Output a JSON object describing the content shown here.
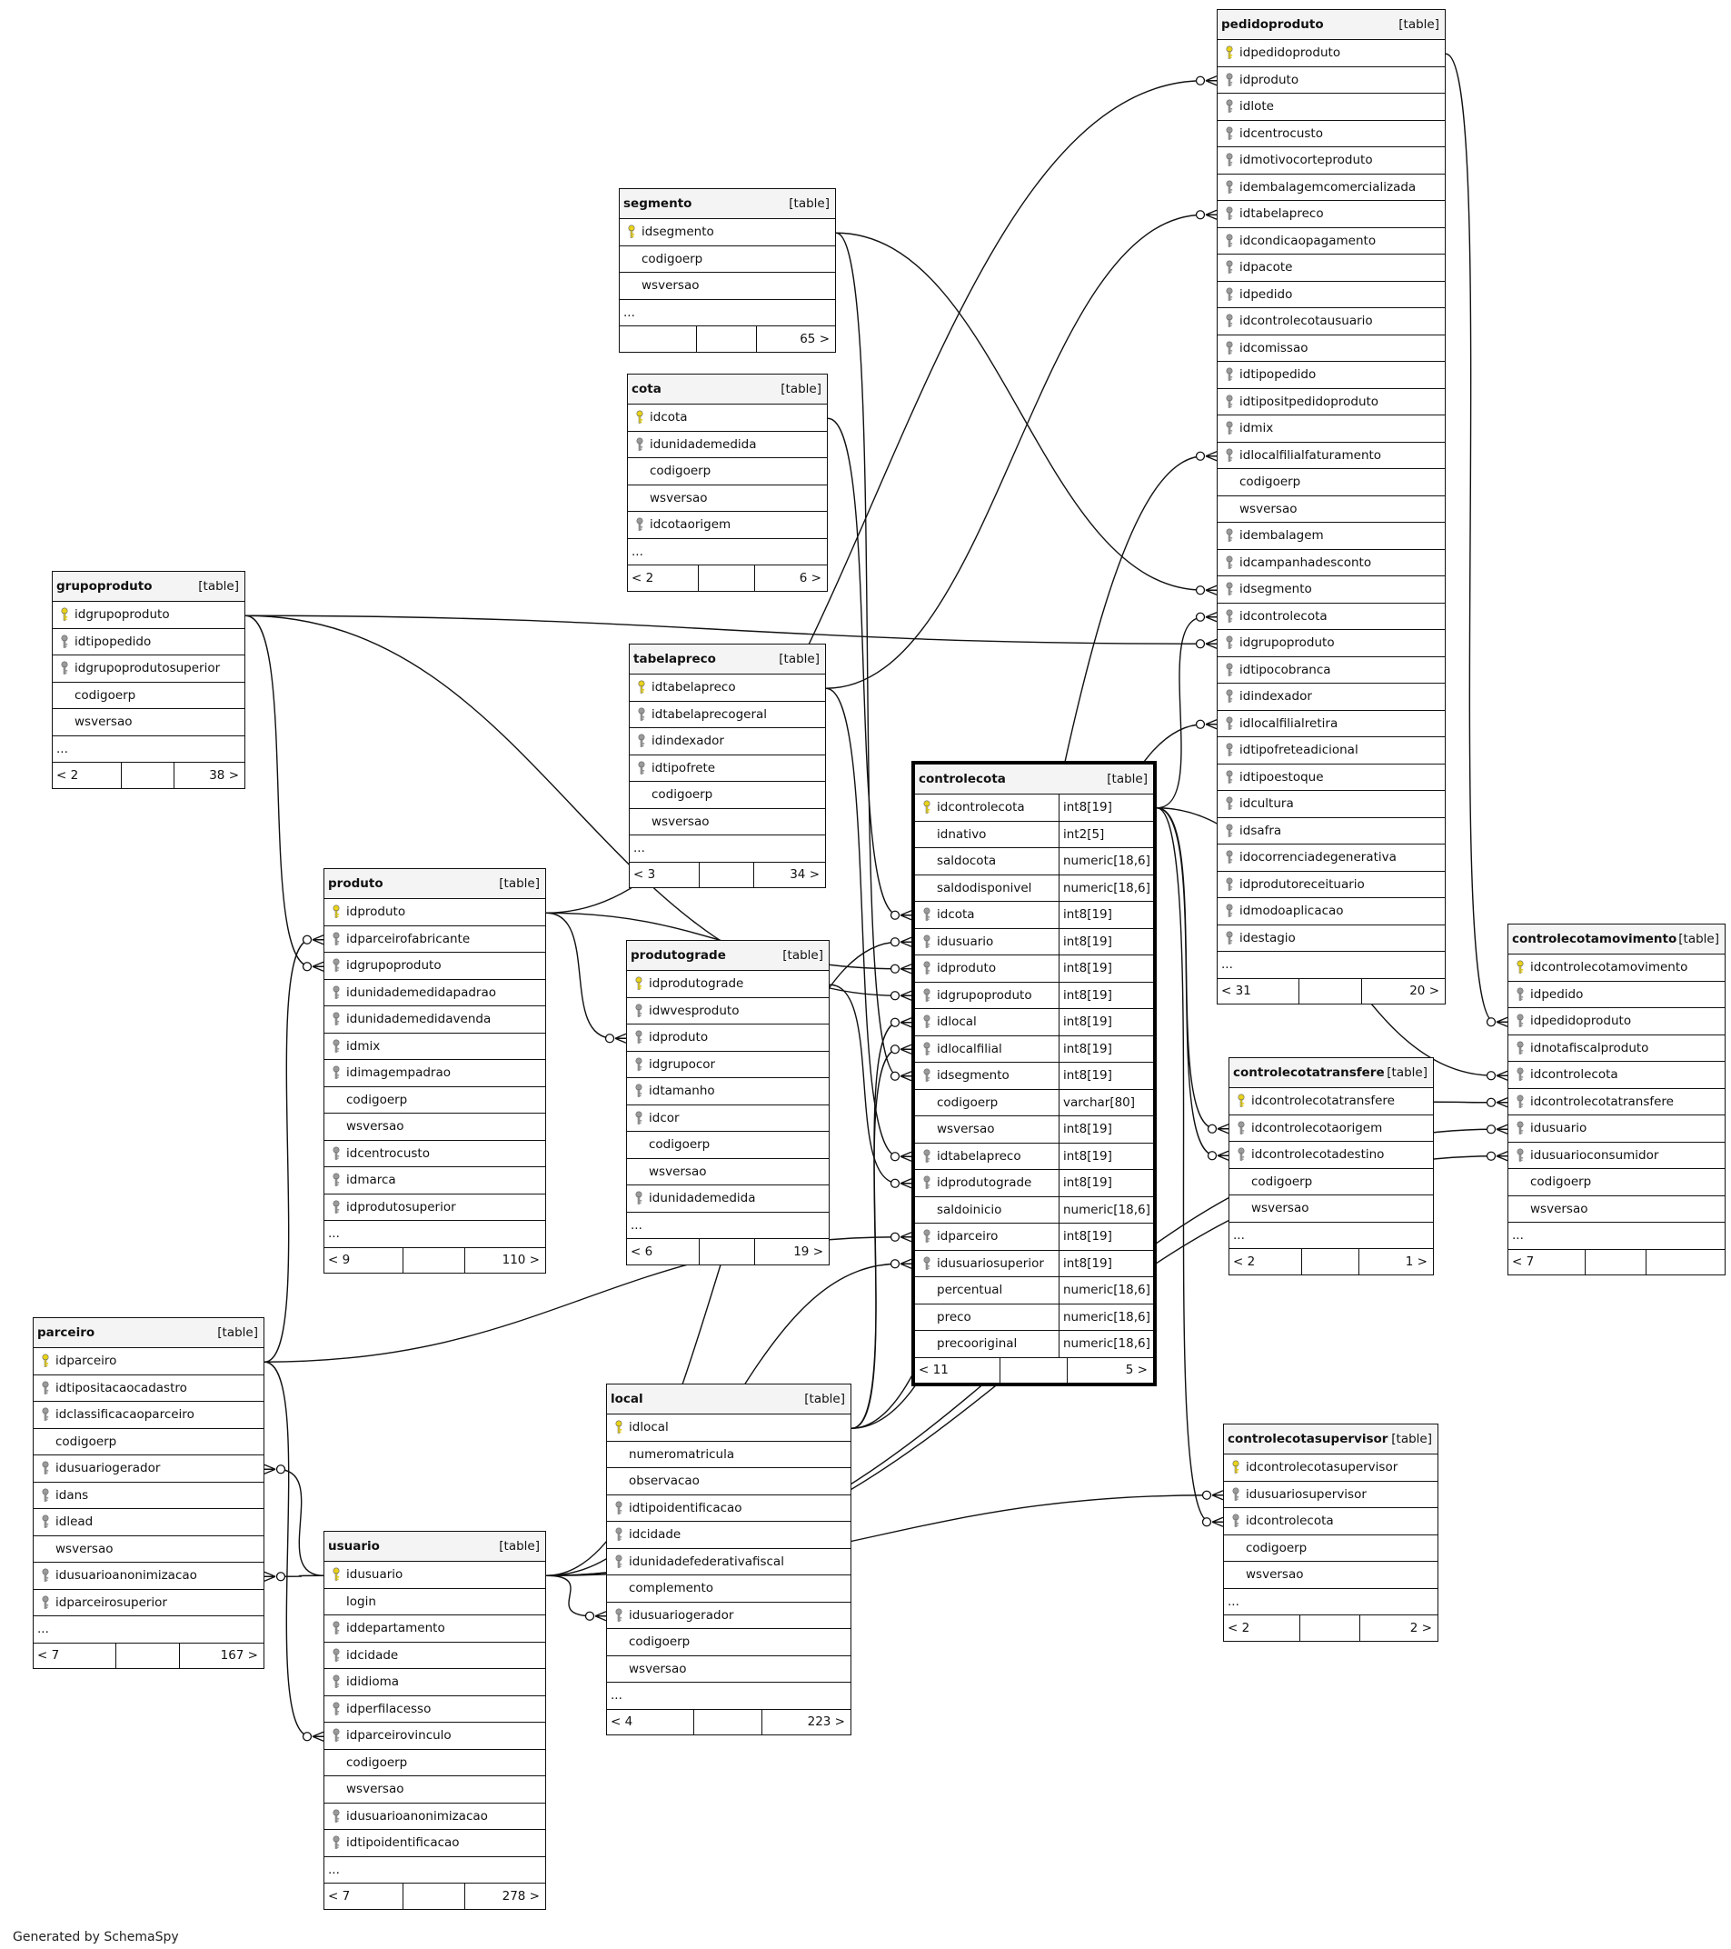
{
  "footer": "Generated by SchemaSpy",
  "colors": {
    "primary_key": "#e8d21a",
    "foreign_key": "#9a9a9a",
    "header_bg": "#f4f4f4",
    "line": "#111111"
  },
  "tables": [
    {
      "name": "pedidoproduto",
      "label": "[table]",
      "focus": false,
      "columns": [
        {
          "name": "idpedidoproduto",
          "key": "pk"
        },
        {
          "name": "idproduto",
          "key": "fk"
        },
        {
          "name": "idlote",
          "key": "fk"
        },
        {
          "name": "idcentrocusto",
          "key": "fk"
        },
        {
          "name": "idmotivocorteproduto",
          "key": "fk"
        },
        {
          "name": "idembalagemcomercializada",
          "key": "fk"
        },
        {
          "name": "idtabelapreco",
          "key": "fk"
        },
        {
          "name": "idcondicaopagamento",
          "key": "fk"
        },
        {
          "name": "idpacote",
          "key": "fk"
        },
        {
          "name": "idpedido",
          "key": "fk"
        },
        {
          "name": "idcontrolecotausuario",
          "key": "fk"
        },
        {
          "name": "idcomissao",
          "key": "fk"
        },
        {
          "name": "idtipopedido",
          "key": "fk"
        },
        {
          "name": "idtipositpedidoproduto",
          "key": "fk"
        },
        {
          "name": "idmix",
          "key": "fk"
        },
        {
          "name": "idlocalfilialfaturamento",
          "key": "fk"
        },
        {
          "name": "codigoerp",
          "key": ""
        },
        {
          "name": "wsversao",
          "key": ""
        },
        {
          "name": "idembalagem",
          "key": "fk"
        },
        {
          "name": "idcampanhadesconto",
          "key": "fk"
        },
        {
          "name": "idsegmento",
          "key": "fk"
        },
        {
          "name": "idcontrolecota",
          "key": "fk"
        },
        {
          "name": "idgrupoproduto",
          "key": "fk"
        },
        {
          "name": "idtipocobranca",
          "key": "fk"
        },
        {
          "name": "idindexador",
          "key": "fk"
        },
        {
          "name": "idlocalfilialretira",
          "key": "fk"
        },
        {
          "name": "idtipofreteadicional",
          "key": "fk"
        },
        {
          "name": "idtipoestoque",
          "key": "fk"
        },
        {
          "name": "idcultura",
          "key": "fk"
        },
        {
          "name": "idsafra",
          "key": "fk"
        },
        {
          "name": "idocorrenciadegenerativa",
          "key": "fk"
        },
        {
          "name": "idprodutoreceituario",
          "key": "fk"
        },
        {
          "name": "idmodoaplicacao",
          "key": "fk"
        },
        {
          "name": "idestagio",
          "key": "fk"
        }
      ],
      "more": "...",
      "footer_left": "< 31",
      "footer_right": "20 >"
    },
    {
      "name": "segmento",
      "label": "[table]",
      "focus": false,
      "columns": [
        {
          "name": "idsegmento",
          "key": "pk"
        },
        {
          "name": "codigoerp",
          "key": ""
        },
        {
          "name": "wsversao",
          "key": ""
        }
      ],
      "more": "...",
      "footer_left": "",
      "footer_right": "65 >"
    },
    {
      "name": "cota",
      "label": "[table]",
      "focus": false,
      "columns": [
        {
          "name": "idcota",
          "key": "pk"
        },
        {
          "name": "idunidademedida",
          "key": "fk"
        },
        {
          "name": "codigoerp",
          "key": ""
        },
        {
          "name": "wsversao",
          "key": ""
        },
        {
          "name": "idcotaorigem",
          "key": "fk"
        }
      ],
      "more": "...",
      "footer_left": "< 2",
      "footer_right": "6 >"
    },
    {
      "name": "grupoproduto",
      "label": "[table]",
      "focus": false,
      "columns": [
        {
          "name": "idgrupoproduto",
          "key": "pk"
        },
        {
          "name": "idtipopedido",
          "key": "fk"
        },
        {
          "name": "idgrupoprodutosuperior",
          "key": "fk"
        },
        {
          "name": "codigoerp",
          "key": ""
        },
        {
          "name": "wsversao",
          "key": ""
        }
      ],
      "more": "...",
      "footer_left": "< 2",
      "footer_right": "38 >"
    },
    {
      "name": "tabelapreco",
      "label": "[table]",
      "focus": false,
      "columns": [
        {
          "name": "idtabelapreco",
          "key": "pk"
        },
        {
          "name": "idtabelaprecogeral",
          "key": "fk"
        },
        {
          "name": "idindexador",
          "key": "fk"
        },
        {
          "name": "idtipofrete",
          "key": "fk"
        },
        {
          "name": "codigoerp",
          "key": ""
        },
        {
          "name": "wsversao",
          "key": ""
        }
      ],
      "more": "...",
      "footer_left": "< 3",
      "footer_right": "34 >"
    },
    {
      "name": "controlecota",
      "label": "[table]",
      "focus": true,
      "columns": [
        {
          "name": "idcontrolecota",
          "key": "pk",
          "type": "int8[19]"
        },
        {
          "name": "idnativo",
          "key": "",
          "type": "int2[5]"
        },
        {
          "name": "saldocota",
          "key": "",
          "type": "numeric[18,6]"
        },
        {
          "name": "saldodisponivel",
          "key": "",
          "type": "numeric[18,6]"
        },
        {
          "name": "idcota",
          "key": "fk",
          "type": "int8[19]"
        },
        {
          "name": "idusuario",
          "key": "fk",
          "type": "int8[19]"
        },
        {
          "name": "idproduto",
          "key": "fk",
          "type": "int8[19]"
        },
        {
          "name": "idgrupoproduto",
          "key": "fk",
          "type": "int8[19]"
        },
        {
          "name": "idlocal",
          "key": "fk",
          "type": "int8[19]"
        },
        {
          "name": "idlocalfilial",
          "key": "fk",
          "type": "int8[19]"
        },
        {
          "name": "idsegmento",
          "key": "fk",
          "type": "int8[19]"
        },
        {
          "name": "codigoerp",
          "key": "",
          "type": "varchar[80]"
        },
        {
          "name": "wsversao",
          "key": "",
          "type": "int8[19]"
        },
        {
          "name": "idtabelapreco",
          "key": "fk",
          "type": "int8[19]"
        },
        {
          "name": "idprodutograde",
          "key": "fk",
          "type": "int8[19]"
        },
        {
          "name": "saldoinicio",
          "key": "",
          "type": "numeric[18,6]"
        },
        {
          "name": "idparceiro",
          "key": "fk",
          "type": "int8[19]"
        },
        {
          "name": "idusuariosuperior",
          "key": "fk",
          "type": "int8[19]"
        },
        {
          "name": "percentual",
          "key": "",
          "type": "numeric[18,6]"
        },
        {
          "name": "preco",
          "key": "",
          "type": "numeric[18,6]"
        },
        {
          "name": "precooriginal",
          "key": "",
          "type": "numeric[18,6]"
        }
      ],
      "more": "",
      "footer_left": "< 11",
      "footer_right": "5 >"
    },
    {
      "name": "controlecotamovimento",
      "label": "[table]",
      "focus": false,
      "columns": [
        {
          "name": "idcontrolecotamovimento",
          "key": "pk"
        },
        {
          "name": "idpedido",
          "key": "fk"
        },
        {
          "name": "idpedidoproduto",
          "key": "fk"
        },
        {
          "name": "idnotafiscalproduto",
          "key": "fk"
        },
        {
          "name": "idcontrolecota",
          "key": "fk"
        },
        {
          "name": "idcontrolecotatransfere",
          "key": "fk"
        },
        {
          "name": "idusuario",
          "key": "fk"
        },
        {
          "name": "idusuarioconsumidor",
          "key": "fk"
        },
        {
          "name": "codigoerp",
          "key": ""
        },
        {
          "name": "wsversao",
          "key": ""
        }
      ],
      "more": "...",
      "footer_left": "< 7",
      "footer_right": ""
    },
    {
      "name": "controlecotatransfere",
      "label": "[table]",
      "focus": false,
      "columns": [
        {
          "name": "idcontrolecotatransfere",
          "key": "pk"
        },
        {
          "name": "idcontrolecotaorigem",
          "key": "fk"
        },
        {
          "name": "idcontrolecotadestino",
          "key": "fk"
        },
        {
          "name": "codigoerp",
          "key": ""
        },
        {
          "name": "wsversao",
          "key": ""
        }
      ],
      "more": "...",
      "footer_left": "< 2",
      "footer_right": "1 >"
    },
    {
      "name": "produto",
      "label": "[table]",
      "focus": false,
      "columns": [
        {
          "name": "idproduto",
          "key": "pk"
        },
        {
          "name": "idparceirofabricante",
          "key": "fk"
        },
        {
          "name": "idgrupoproduto",
          "key": "fk"
        },
        {
          "name": "idunidademedidapadrao",
          "key": "fk"
        },
        {
          "name": "idunidademedidavenda",
          "key": "fk"
        },
        {
          "name": "idmix",
          "key": "fk"
        },
        {
          "name": "idimagempadrao",
          "key": "fk"
        },
        {
          "name": "codigoerp",
          "key": ""
        },
        {
          "name": "wsversao",
          "key": ""
        },
        {
          "name": "idcentrocusto",
          "key": "fk"
        },
        {
          "name": "idmarca",
          "key": "fk"
        },
        {
          "name": "idprodutosuperior",
          "key": "fk"
        }
      ],
      "more": "...",
      "footer_left": "< 9",
      "footer_right": "110 >"
    },
    {
      "name": "produtograde",
      "label": "[table]",
      "focus": false,
      "columns": [
        {
          "name": "idprodutograde",
          "key": "pk"
        },
        {
          "name": "idwvesproduto",
          "key": "fk"
        },
        {
          "name": "idproduto",
          "key": "fk"
        },
        {
          "name": "idgrupocor",
          "key": "fk"
        },
        {
          "name": "idtamanho",
          "key": "fk"
        },
        {
          "name": "idcor",
          "key": "fk"
        },
        {
          "name": "codigoerp",
          "key": ""
        },
        {
          "name": "wsversao",
          "key": ""
        },
        {
          "name": "idunidademedida",
          "key": "fk"
        }
      ],
      "more": "...",
      "footer_left": "< 6",
      "footer_right": "19 >"
    },
    {
      "name": "parceiro",
      "label": "[table]",
      "focus": false,
      "columns": [
        {
          "name": "idparceiro",
          "key": "pk"
        },
        {
          "name": "idtipositacaocadastro",
          "key": "fk"
        },
        {
          "name": "idclassificacaoparceiro",
          "key": "fk"
        },
        {
          "name": "codigoerp",
          "key": ""
        },
        {
          "name": "idusuariogerador",
          "key": "fk"
        },
        {
          "name": "idans",
          "key": "fk"
        },
        {
          "name": "idlead",
          "key": "fk"
        },
        {
          "name": "wsversao",
          "key": ""
        },
        {
          "name": "idusuarioanonimizacao",
          "key": "fk"
        },
        {
          "name": "idparceirosuperior",
          "key": "fk"
        }
      ],
      "more": "...",
      "footer_left": "< 7",
      "footer_right": "167 >"
    },
    {
      "name": "local",
      "label": "[table]",
      "focus": false,
      "columns": [
        {
          "name": "idlocal",
          "key": "pk"
        },
        {
          "name": "numeromatricula",
          "key": ""
        },
        {
          "name": "observacao",
          "key": ""
        },
        {
          "name": "idtipoidentificacao",
          "key": "fk"
        },
        {
          "name": "idcidade",
          "key": "fk"
        },
        {
          "name": "idunidadefederativafiscal",
          "key": "fk"
        },
        {
          "name": "complemento",
          "key": ""
        },
        {
          "name": "idusuariogerador",
          "key": "fk"
        },
        {
          "name": "codigoerp",
          "key": ""
        },
        {
          "name": "wsversao",
          "key": ""
        }
      ],
      "more": "...",
      "footer_left": "< 4",
      "footer_right": "223 >"
    },
    {
      "name": "controlecotasupervisor",
      "label": "[table]",
      "focus": false,
      "columns": [
        {
          "name": "idcontrolecotasupervisor",
          "key": "pk"
        },
        {
          "name": "idusuariosupervisor",
          "key": "fk"
        },
        {
          "name": "idcontrolecota",
          "key": "fk"
        },
        {
          "name": "codigoerp",
          "key": ""
        },
        {
          "name": "wsversao",
          "key": ""
        }
      ],
      "more": "...",
      "footer_left": "< 2",
      "footer_right": "2 >"
    },
    {
      "name": "usuario",
      "label": "[table]",
      "focus": false,
      "columns": [
        {
          "name": "idusuario",
          "key": "pk"
        },
        {
          "name": "login",
          "key": ""
        },
        {
          "name": "iddepartamento",
          "key": "fk"
        },
        {
          "name": "idcidade",
          "key": "fk"
        },
        {
          "name": "ididioma",
          "key": "fk"
        },
        {
          "name": "idperfilacesso",
          "key": "fk"
        },
        {
          "name": "idparceirovinculo",
          "key": "fk"
        },
        {
          "name": "codigoerp",
          "key": ""
        },
        {
          "name": "wsversao",
          "key": ""
        },
        {
          "name": "idusuarioanonimizacao",
          "key": "fk"
        },
        {
          "name": "idtipoidentificacao",
          "key": "fk"
        }
      ],
      "more": "...",
      "footer_left": "< 7",
      "footer_right": "278 >"
    }
  ],
  "relationships": [
    {
      "from": "pedidoproduto.idpedidoproduto",
      "to": "controlecotamovimento.idpedidoproduto"
    },
    {
      "from": "produto.idproduto",
      "to": "pedidoproduto.idproduto"
    },
    {
      "from": "tabelapreco.idtabelapreco",
      "to": "pedidoproduto.idtabelapreco"
    },
    {
      "from": "local.idlocal",
      "to": "pedidoproduto.idlocalfilialfaturamento"
    },
    {
      "from": "segmento.idsegmento",
      "to": "pedidoproduto.idsegmento"
    },
    {
      "from": "controlecota.idcontrolecota",
      "to": "pedidoproduto.idcontrolecota"
    },
    {
      "from": "grupoproduto.idgrupoproduto",
      "to": "pedidoproduto.idgrupoproduto"
    },
    {
      "from": "local.idlocal",
      "to": "pedidoproduto.idlocalfilialretira"
    },
    {
      "from": "grupoproduto.idgrupoproduto",
      "to": "produto.idgrupoproduto"
    },
    {
      "from": "parceiro.idparceiro",
      "to": "produto.idparceirofabricante"
    },
    {
      "from": "produto.idproduto",
      "to": "produtograde.idproduto"
    },
    {
      "from": "cota.idcota",
      "to": "controlecota.idcota"
    },
    {
      "from": "usuario.idusuario",
      "to": "controlecota.idusuario"
    },
    {
      "from": "produto.idproduto",
      "to": "controlecota.idproduto"
    },
    {
      "from": "grupoproduto.idgrupoproduto",
      "to": "controlecota.idgrupoproduto"
    },
    {
      "from": "local.idlocal",
      "to": "controlecota.idlocal"
    },
    {
      "from": "local.idlocal",
      "to": "controlecota.idlocalfilial"
    },
    {
      "from": "segmento.idsegmento",
      "to": "controlecota.idsegmento"
    },
    {
      "from": "tabelapreco.idtabelapreco",
      "to": "controlecota.idtabelapreco"
    },
    {
      "from": "produtograde.idprodutograde",
      "to": "controlecota.idprodutograde"
    },
    {
      "from": "parceiro.idparceiro",
      "to": "controlecota.idparceiro"
    },
    {
      "from": "usuario.idusuario",
      "to": "controlecota.idusuariosuperior"
    },
    {
      "from": "controlecota.idcontrolecota",
      "to": "controlecotatransfere.idcontrolecotaorigem"
    },
    {
      "from": "controlecota.idcontrolecota",
      "to": "controlecotatransfere.idcontrolecotadestino"
    },
    {
      "from": "controlecota.idcontrolecota",
      "to": "controlecotamovimento.idcontrolecota"
    },
    {
      "from": "controlecotatransfere.idcontrolecotatransfere",
      "to": "controlecotamovimento.idcontrolecotatransfere"
    },
    {
      "from": "usuario.idusuario",
      "to": "controlecotamovimento.idusuario"
    },
    {
      "from": "usuario.idusuario",
      "to": "controlecotamovimento.idusuarioconsumidor"
    },
    {
      "from": "controlecota.idcontrolecota",
      "to": "controlecotasupervisor.idcontrolecota"
    },
    {
      "from": "usuario.idusuario",
      "to": "controlecotasupervisor.idusuariosupervisor"
    },
    {
      "from": "usuario.idusuario",
      "to": "local.idusuariogerador"
    },
    {
      "from": "usuario.idusuario",
      "to": "parceiro.idusuariogerador"
    },
    {
      "from": "usuario.idusuario",
      "to": "parceiro.idusuarioanonimizacao"
    },
    {
      "from": "parceiro.idparceiro",
      "to": "usuario.idparceirovinculo"
    }
  ]
}
